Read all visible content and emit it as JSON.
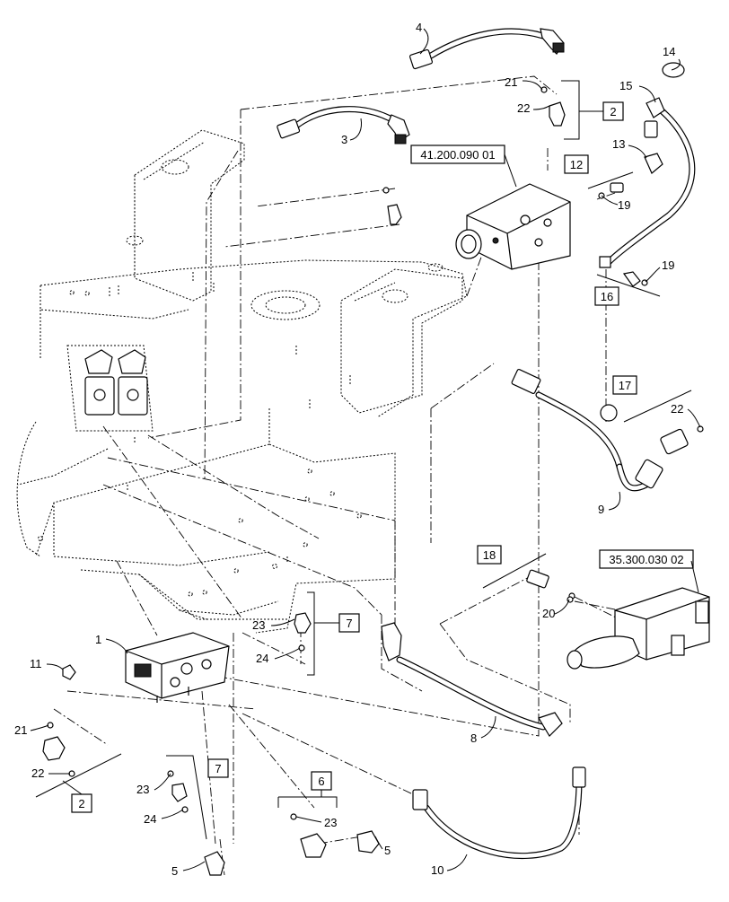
{
  "references": {
    "ref_a": "41.200.090 01",
    "ref_b": "35.300.030 02"
  },
  "callouts": {
    "c1": "1",
    "c2a": "2",
    "c2b": "2",
    "c3": "3",
    "c4": "4",
    "c5a": "5",
    "c5b": "5",
    "c6": "6",
    "c7a": "7",
    "c7b": "7",
    "c8": "8",
    "c9": "9",
    "c10": "10",
    "c11": "11",
    "c12": "12",
    "c13": "13",
    "c14": "14",
    "c15": "15",
    "c16": "16",
    "c17": "17",
    "c18": "18",
    "c19a": "19",
    "c19b": "19",
    "c20": "20",
    "c21a": "21",
    "c21b": "21",
    "c22a": "22",
    "c22b": "22",
    "c22c": "22",
    "c23a": "23",
    "c23b": "23",
    "c23c": "23",
    "c24a": "24",
    "c24b": "24"
  }
}
